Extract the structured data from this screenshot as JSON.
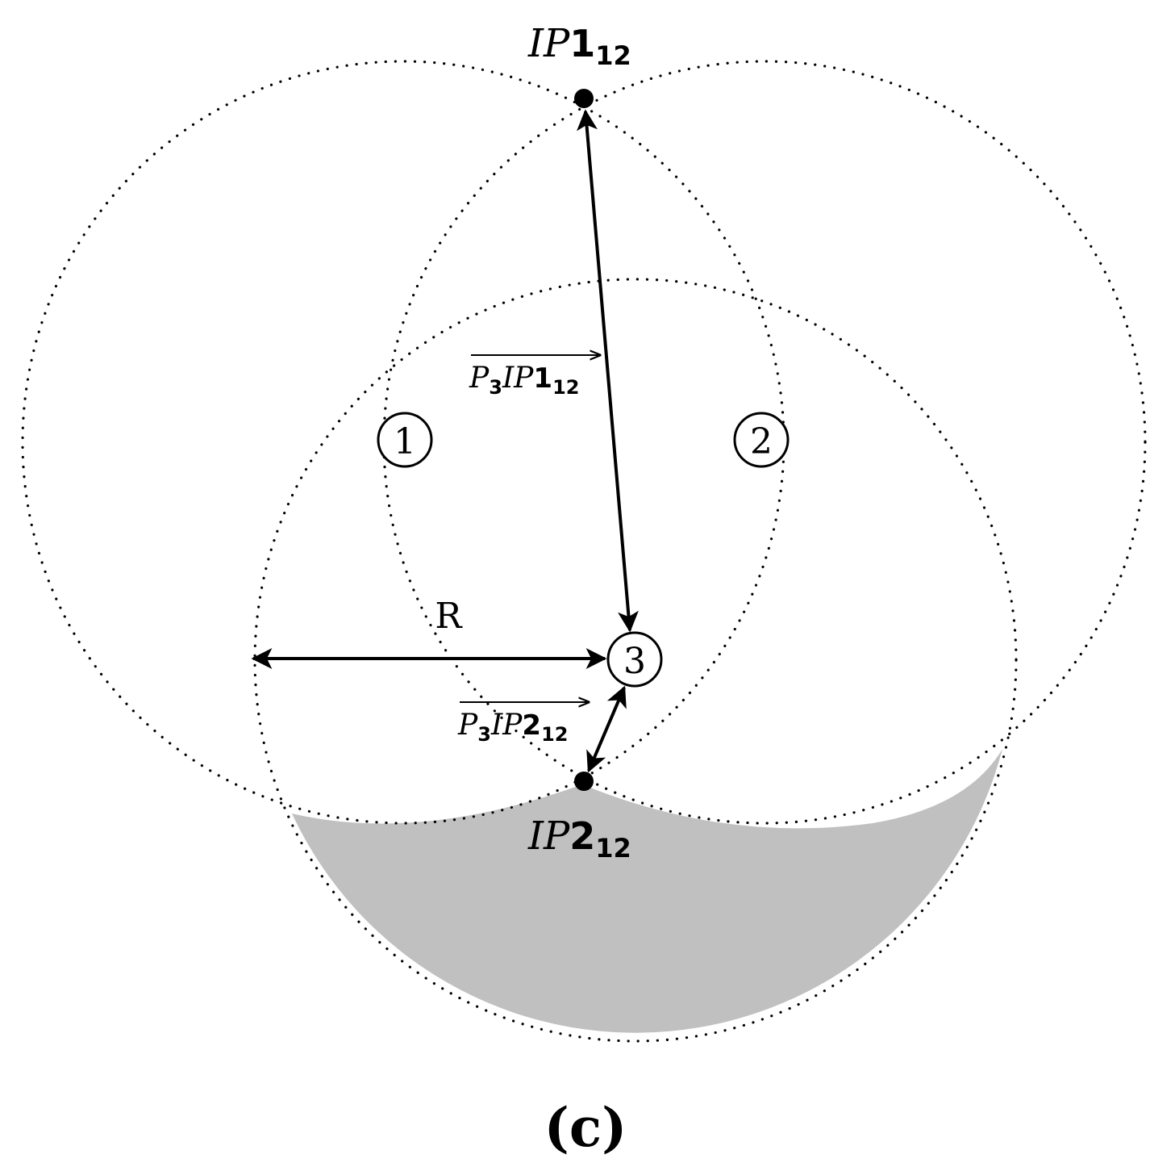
{
  "figure": {
    "panel_label": "(c)",
    "colors": {
      "shaded_region": "#c0c0c0",
      "stroke": "#000000",
      "background": "#ffffff"
    },
    "points": {
      "ip1": {
        "base": "IP",
        "main": "1",
        "sub": "12"
      },
      "ip2": {
        "base": "IP",
        "main": "2",
        "sub": "12"
      }
    },
    "node_labels": {
      "node1": "1",
      "node2": "2",
      "node3": "3"
    },
    "radius_label": "R",
    "vector_labels": {
      "v1": {
        "p": "P",
        "p_sub": "3",
        "base": "IP",
        "main": "1",
        "sub": "12"
      },
      "v2": {
        "p": "P",
        "p_sub": "3",
        "base": "IP",
        "main": "2",
        "sub": "12"
      }
    }
  }
}
